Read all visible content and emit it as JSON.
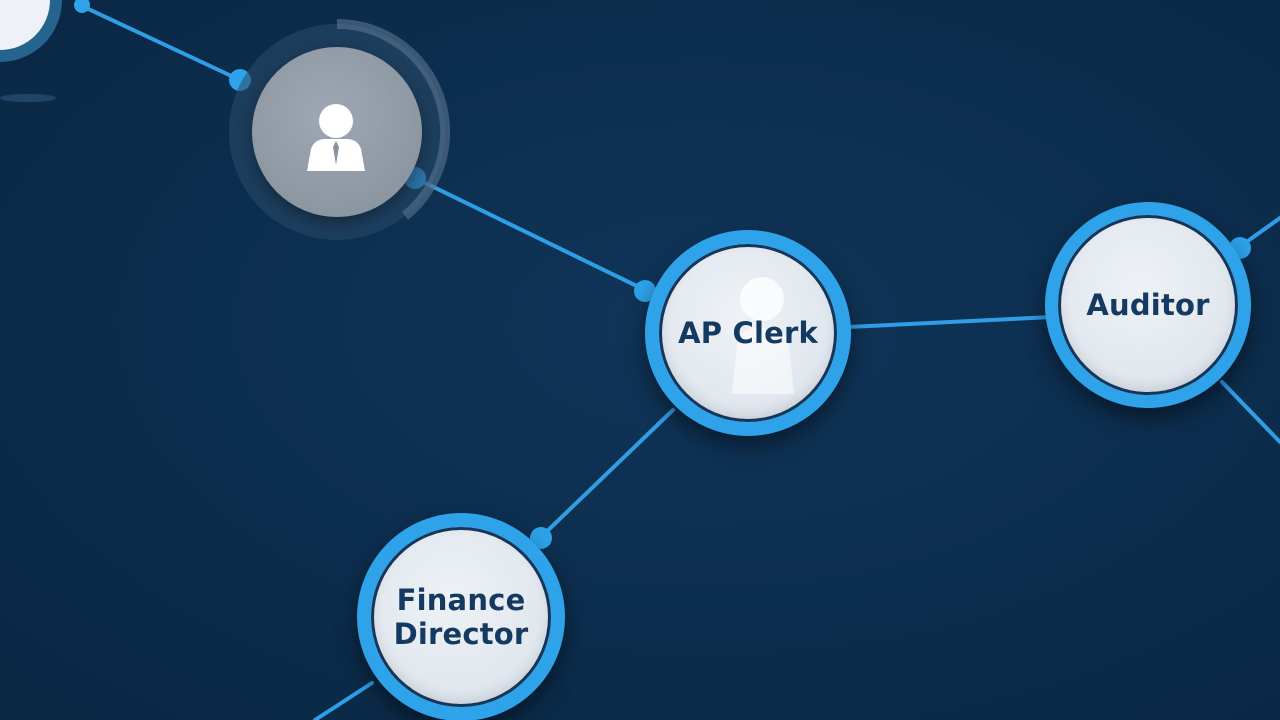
{
  "diagram": {
    "nodes": [
      {
        "id": "ap-clerk",
        "label": "AP Clerk"
      },
      {
        "id": "auditor",
        "label": "Auditor"
      },
      {
        "id": "finance-director",
        "label": "Finance\nDirector"
      },
      {
        "id": "person",
        "label": "",
        "icon": "person-icon"
      }
    ],
    "colors": {
      "background": "#0c2d4d",
      "accent": "#2ea3ea",
      "node_fill": "#e2e8ee",
      "label_text": "#143a62"
    }
  }
}
